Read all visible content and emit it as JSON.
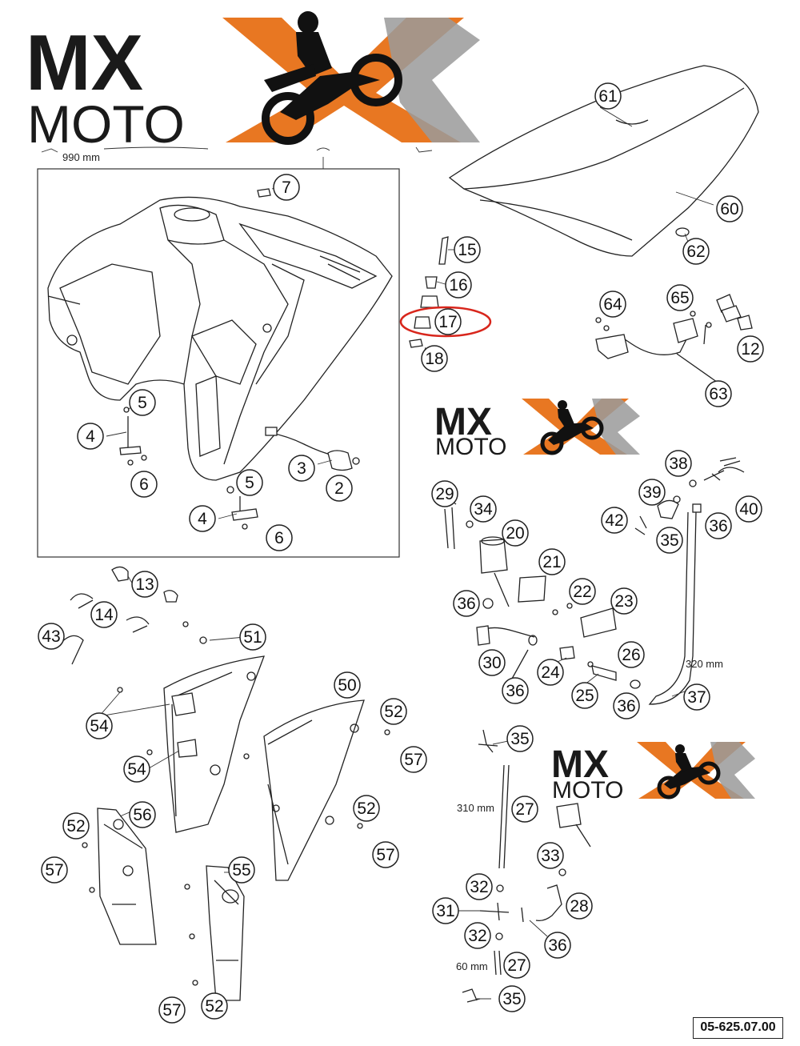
{
  "logos": [
    {
      "line1": "MX",
      "line2": "MOTO",
      "accent": "#E87722",
      "gray": "#9A9A9A"
    },
    {
      "line1": "MX",
      "line2": "MOTO",
      "accent": "#E87722",
      "gray": "#9A9A9A"
    },
    {
      "line1": "MX",
      "line2": "MOTO",
      "accent": "#E87722",
      "gray": "#9A9A9A"
    }
  ],
  "highlight_color": "#D8261C",
  "dimensions": {
    "d990": "990 mm",
    "d320": "320 mm",
    "d310": "310 mm",
    "d60": "60 mm"
  },
  "reference_number": "05-625.07.00",
  "callouts": {
    "c7": "7",
    "c61": "61",
    "c60": "60",
    "c62": "62",
    "c15": "15",
    "c16": "16",
    "c17": "17",
    "c18": "18",
    "c64": "64",
    "c65": "65",
    "c12": "12",
    "c63": "63",
    "c5a": "5",
    "c4a": "4",
    "c6a": "6",
    "c3": "3",
    "c2": "2",
    "c5b": "5",
    "c4b": "4",
    "c6b": "6",
    "c13": "13",
    "c14": "14",
    "c43": "43",
    "c51": "51",
    "c54a": "54",
    "c54b": "54",
    "c50": "50",
    "c52a": "52",
    "c57a": "57",
    "c52b": "52",
    "c57b": "57",
    "c56": "56",
    "c52c": "52",
    "c57c": "57",
    "c55": "55",
    "c57d": "57",
    "c52d": "52",
    "c29": "29",
    "c34": "34",
    "c20": "20",
    "c21": "21",
    "c36a": "36",
    "c22": "22",
    "c23": "23",
    "c30": "30",
    "c36b": "36",
    "c24": "24",
    "c26": "26",
    "c25": "25",
    "c36c": "36",
    "c38": "38",
    "c39": "39",
    "c40": "40",
    "c42": "42",
    "c35a": "35",
    "c36d": "36",
    "c37": "37",
    "c35b": "35",
    "c27a": "27",
    "c33": "33",
    "c32a": "32",
    "c28": "28",
    "c31": "31",
    "c32b": "32",
    "c36e": "36",
    "c27b": "27",
    "c35c": "35"
  }
}
